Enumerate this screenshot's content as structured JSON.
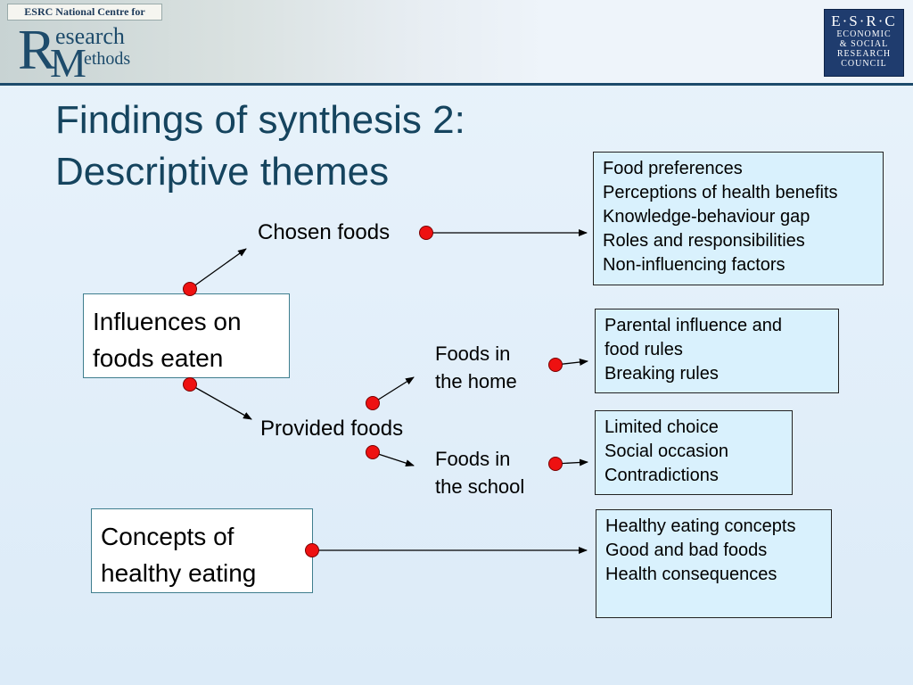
{
  "logo": {
    "banner": "ESRC National Centre for",
    "r": "R",
    "esearch": "esearch",
    "m": "M",
    "ethods": "ethods"
  },
  "council": {
    "abbr": "E·S·R·C",
    "lines": [
      "ECONOMIC",
      "& SOCIAL",
      "RESEARCH",
      "COUNCIL"
    ]
  },
  "title": {
    "line1": "Findings of synthesis 2:",
    "line2": "Descriptive themes"
  },
  "diagram": {
    "influences": {
      "line1": "Influences on",
      "line2": "foods eaten"
    },
    "concepts": {
      "line1": "Concepts of",
      "line2": "healthy eating"
    },
    "chosen_foods": "Chosen foods",
    "provided_foods": "Provided foods",
    "foods_home": {
      "line1": "Foods in",
      "line2": "the home"
    },
    "foods_school": {
      "line1": "Foods in",
      "line2": "the school"
    },
    "list_chosen": [
      "Food preferences",
      "Perceptions of health benefits",
      "Knowledge-behaviour gap",
      "Roles and responsibilities",
      "Non-influencing factors"
    ],
    "list_home": [
      "Parental influence and",
      "food rules",
      "Breaking rules"
    ],
    "list_school": [
      "Limited choice",
      "Social occasion",
      "Contradictions"
    ],
    "list_concepts": [
      "Healthy eating concepts",
      "Good and bad foods",
      "Health consequences"
    ]
  },
  "colors": {
    "title": "#15445e",
    "node": "#ee1111",
    "list_fill": "#d9f1fd",
    "header_rule": "#1d4b6b"
  }
}
